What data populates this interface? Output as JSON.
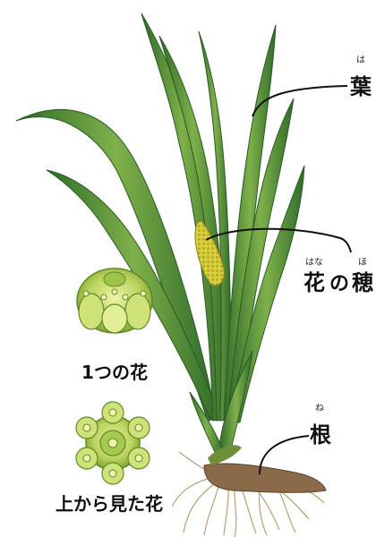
{
  "labels": {
    "leaf": {
      "text": "葉",
      "ruby": "は"
    },
    "spike": {
      "parts": [
        "花",
        "の",
        "穂"
      ],
      "ruby": [
        "はな",
        "ほ"
      ]
    },
    "root": {
      "text": "根",
      "ruby": "ね"
    }
  },
  "captions": {
    "single_flower": "1つの花",
    "top_view": "上から見た花"
  },
  "colors": {
    "leaf_dark": "#2f6b2a",
    "leaf_mid": "#5e9a3a",
    "leaf_light": "#a9cf6a",
    "spike": "#d6cf3a",
    "root": "#b9a27a",
    "flower": "#b9d35a"
  }
}
